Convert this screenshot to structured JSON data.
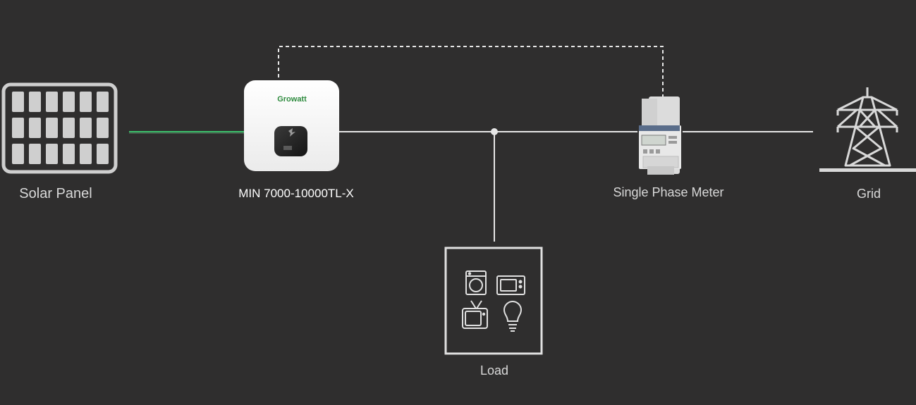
{
  "diagram": {
    "nodes": {
      "solar_panel": {
        "label": "Solar Panel"
      },
      "inverter": {
        "label": "MIN 7000-10000TL-X",
        "brand": "Growatt"
      },
      "meter": {
        "label": "Single Phase Meter"
      },
      "grid": {
        "label": "Grid"
      },
      "load": {
        "label": "Load"
      }
    },
    "colors": {
      "background": "#2f2e2e",
      "line": "#e6e6e6",
      "dc_line": "#3bbf6a",
      "brand_green": "#2e8b3e"
    },
    "icons": [
      "solar-panel-icon",
      "inverter-icon",
      "meter-icon",
      "transmission-tower-icon",
      "washing-machine-icon",
      "microwave-icon",
      "tv-icon",
      "light-bulb-icon"
    ]
  }
}
